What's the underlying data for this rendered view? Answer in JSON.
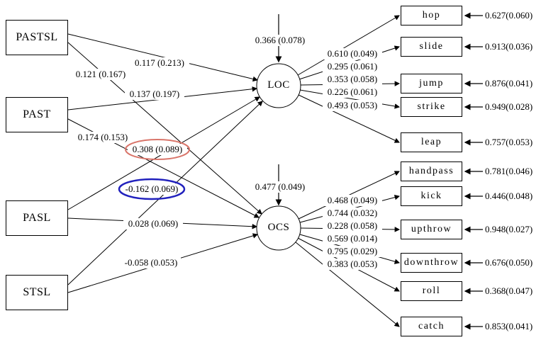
{
  "diagram": {
    "predictors": [
      {
        "label": "PASTSL"
      },
      {
        "label": "PAST"
      },
      {
        "label": "PASL"
      },
      {
        "label": "STSL"
      }
    ],
    "latents": [
      {
        "label": "LOC",
        "disturbance": "0.366 (0.078)"
      },
      {
        "label": "OCS",
        "disturbance": "0.477 (0.049)"
      }
    ],
    "path_coefficients": [
      {
        "from": "PASTSL",
        "to": "LOC",
        "value": "0.117 (0.213)"
      },
      {
        "from": "PASTSL",
        "to": "OCS",
        "value": "0.121 (0.167)"
      },
      {
        "from": "PAST",
        "to": "LOC",
        "value": "0.137 (0.197)"
      },
      {
        "from": "PAST",
        "to": "OCS",
        "value": "0.174 (0.153)"
      },
      {
        "from": "PASL",
        "to": "LOC",
        "value": "0.308 (0.089)",
        "highlight": "red"
      },
      {
        "from": "STSL",
        "to": "LOC",
        "value": "-0.162 (0.069)",
        "highlight": "blue"
      },
      {
        "from": "PASL",
        "to": "OCS",
        "value": "0.028 (0.069)"
      },
      {
        "from": "STSL",
        "to": "OCS",
        "value": "-0.058 (0.053)"
      }
    ],
    "loc_indicators": [
      {
        "label": "hop",
        "loading": "0.610 (0.049)",
        "error": "0.627(0.060)"
      },
      {
        "label": "slide",
        "loading": "0.295 (0.061)",
        "error": "0.913(0.036)"
      },
      {
        "label": "jump",
        "loading": "0.353 (0.058)",
        "error": "0.876(0.041)"
      },
      {
        "label": "strike",
        "loading": "0.226 (0.061)",
        "error": "0.949(0.028)"
      },
      {
        "label": "leap",
        "loading": "0.493 (0.053)",
        "error": "0.757(0.053)"
      }
    ],
    "ocs_indicators": [
      {
        "label": "handpass",
        "loading": "0.468 (0.049)",
        "error": "0.781(0.046)"
      },
      {
        "label": "kick",
        "loading": "0.744 (0.032)",
        "error": "0.446(0.048)"
      },
      {
        "label": "upthrow",
        "loading": "0.228 (0.058)",
        "error": "0.948(0.027)"
      },
      {
        "label": "downthrow",
        "loading": "0.569 (0.014)",
        "error": "0.676(0.050)"
      },
      {
        "label": "roll",
        "loading": "0.795 (0.029)",
        "error": "0.368(0.047)"
      },
      {
        "label": "catch",
        "loading": "0.383 (0.053)",
        "error": "0.853(0.041)"
      }
    ],
    "colors": {
      "highlight_red": "#d9756a",
      "highlight_blue": "#2121bd",
      "line": "#000000"
    }
  }
}
